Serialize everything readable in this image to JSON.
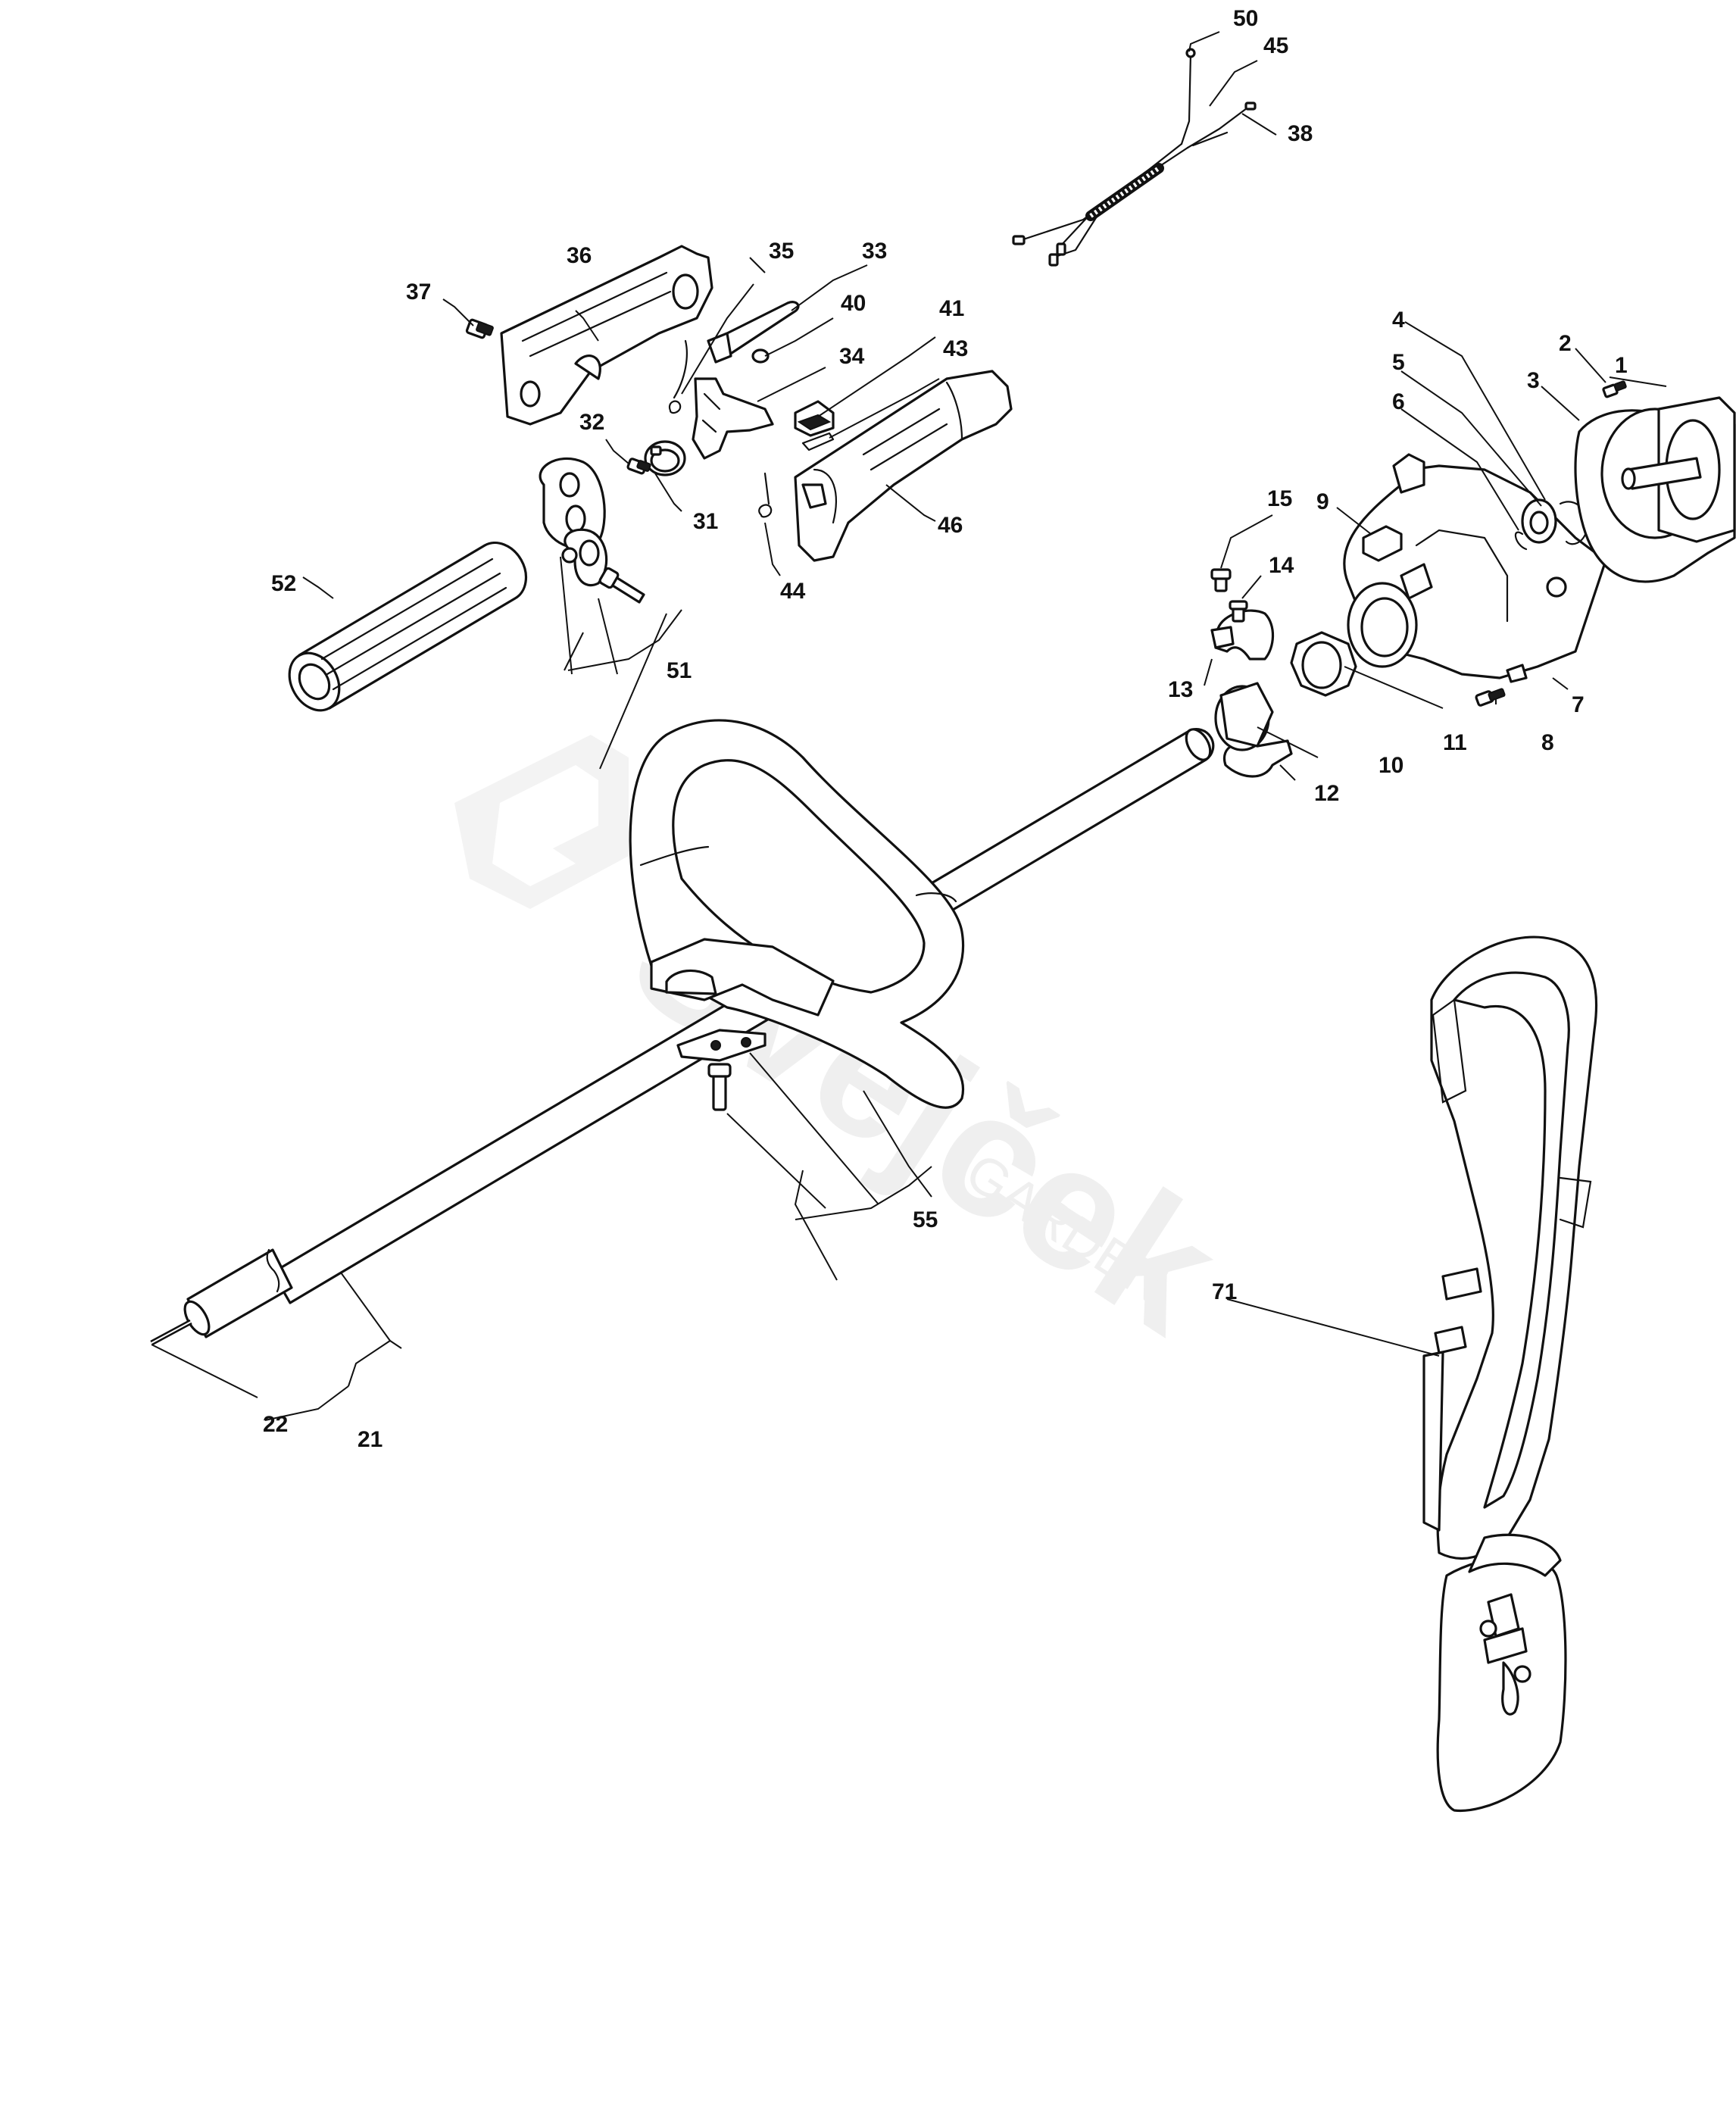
{
  "watermark": {
    "brand": "Švejček",
    "sub": "GARDEN"
  },
  "callouts": {
    "c1": "1",
    "c2": "2",
    "c3": "3",
    "c4": "4",
    "c5": "5",
    "c6": "6",
    "c7": "7",
    "c8": "8",
    "c9": "9",
    "c10": "10",
    "c11": "11",
    "c12": "12",
    "c13": "13",
    "c14": "14",
    "c15": "15",
    "c21": "21",
    "c22": "22",
    "c31": "31",
    "c32": "32",
    "c33": "33",
    "c34": "34",
    "c35": "35",
    "c36": "36",
    "c37": "37",
    "c38": "38",
    "c40": "40",
    "c41": "41",
    "c43": "43",
    "c44": "44",
    "c45": "45",
    "c46": "46",
    "c50": "50",
    "c51": "51",
    "c52": "52",
    "c55": "55",
    "c71": "71"
  }
}
